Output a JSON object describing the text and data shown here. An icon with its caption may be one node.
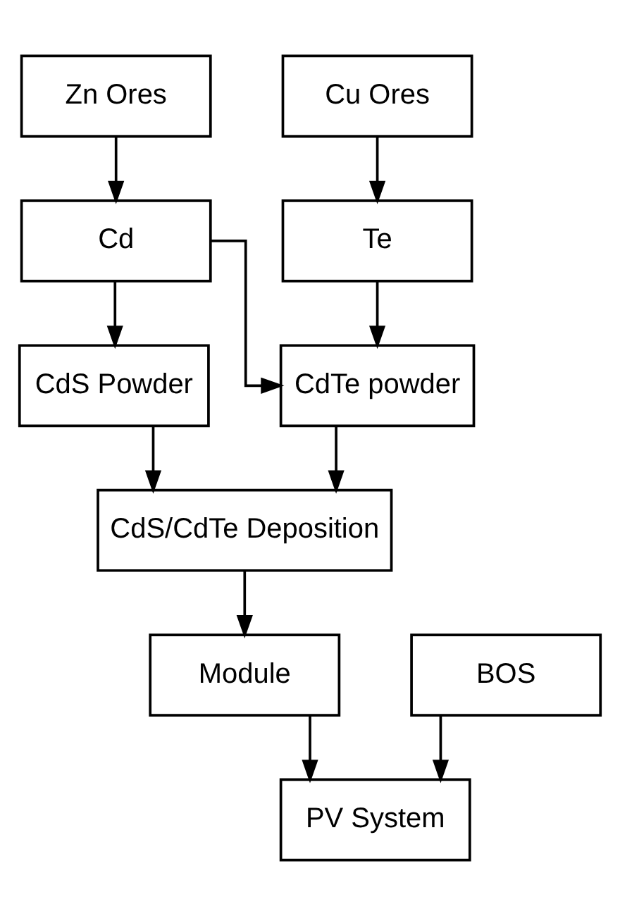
{
  "diagram": {
    "nodes": [
      {
        "text": [
          "Zn Ores"
        ]
      },
      {
        "text": [
          "Cu Ores"
        ]
      },
      {
        "text": [
          "Cd"
        ]
      },
      {
        "text": [
          "Te"
        ]
      },
      {
        "text": [
          "CdTe powder"
        ]
      },
      {
        "text": [
          "CdS Powder"
        ]
      },
      {
        "text": [
          "CdS/CdTe Deposition"
        ]
      },
      {
        "text": [
          "Module"
        ]
      },
      {
        "text": [
          "BOS"
        ]
      },
      {
        "text": [
          "PV System"
        ]
      }
    ],
    "edges": [
      {
        "from": 0,
        "to": 2,
        "arrow": "to"
      },
      {
        "from": 1,
        "to": 3,
        "arrow": "to"
      },
      {
        "from": 2,
        "to": 4,
        "arrow": "to"
      },
      {
        "from": 3,
        "to": 4,
        "arrow": "to"
      },
      {
        "from": 2,
        "to": 5,
        "arrow": "to"
      },
      {
        "from": 5,
        "to": 6,
        "arrow": "to"
      },
      {
        "from": 4,
        "to": 6,
        "arrow": "to"
      },
      {
        "from": 6,
        "to": 7,
        "arrow": "to"
      },
      {
        "from": 7,
        "to": 9,
        "arrow": "to"
      },
      {
        "from": 8,
        "to": 9,
        "arrow": "to"
      }
    ]
  }
}
